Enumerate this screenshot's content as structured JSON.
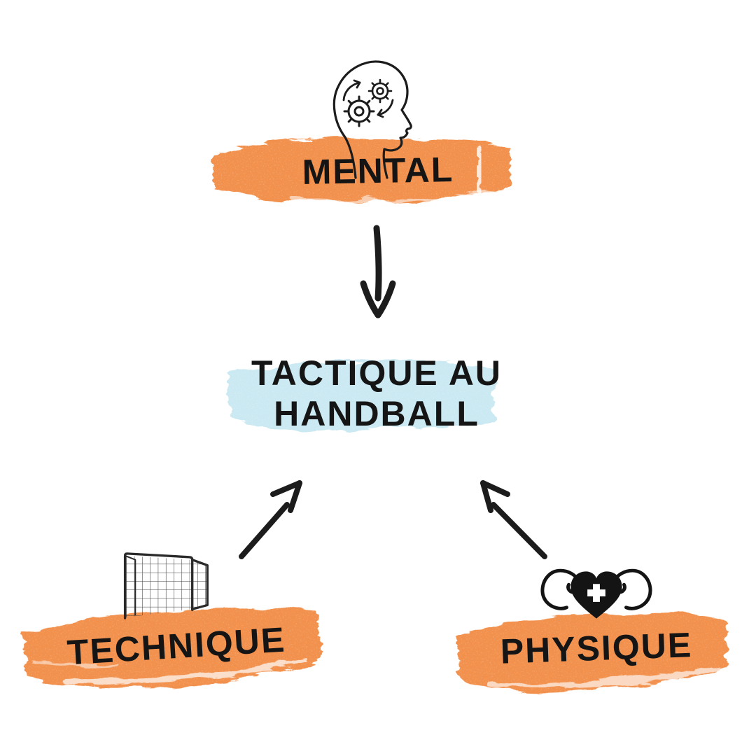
{
  "title": "Tactique au handball diagram",
  "colors": {
    "orange_highlight": "#F2914E",
    "blue_highlight": "#CBE9F2",
    "ink": "#151515",
    "background": "#FFFFFF"
  },
  "center": {
    "line1": "TACTIQUE AU",
    "line2": "HANDBALL",
    "highlight_color": "#CBE9F2"
  },
  "nodes": {
    "mental": {
      "label": "MENTAL",
      "icon": "mind-gears-icon",
      "highlight_color": "#F2914E"
    },
    "technique": {
      "label": "TECHNIQUE",
      "icon": "handball-goal-icon",
      "highlight_color": "#F2914E"
    },
    "physique": {
      "label": "PHYSIQUE",
      "icon": "strong-heart-icon",
      "highlight_color": "#F2914E"
    }
  },
  "arrows": [
    {
      "name": "mental-to-center",
      "direction": "down"
    },
    {
      "name": "technique-to-center",
      "direction": "up-right"
    },
    {
      "name": "physique-to-center",
      "direction": "up-left"
    }
  ]
}
